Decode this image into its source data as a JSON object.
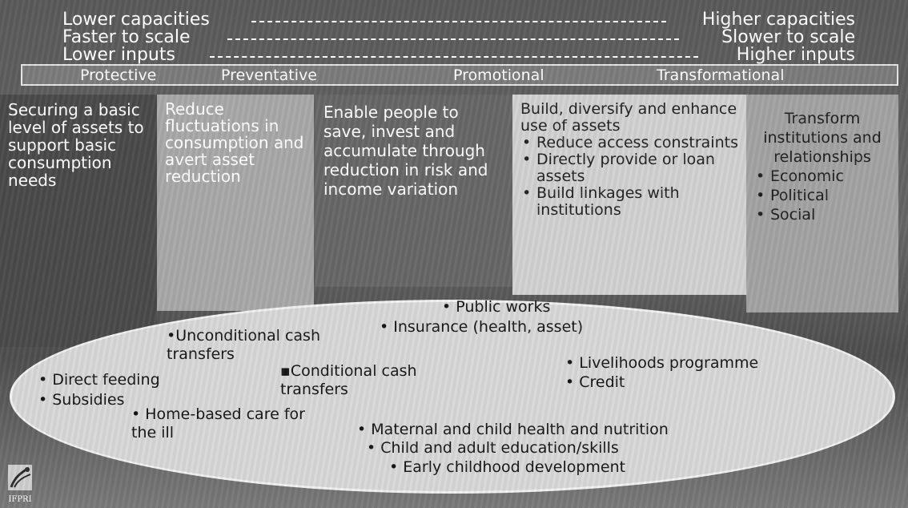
{
  "capacity_scale": {
    "lines": [
      {
        "left": "Lower capacities",
        "right": "Higher capacities"
      },
      {
        "left": "Faster to scale",
        "right": "Slower to scale"
      },
      {
        "left": "Lower inputs",
        "right": "Higher inputs"
      }
    ]
  },
  "stages": [
    "Protective",
    "Preventative",
    "Promotional",
    "Transformational"
  ],
  "columns": {
    "protective": {
      "text": "Securing a basic level of assets to support basic consumption needs"
    },
    "preventative": {
      "text": "Reduce fluctuations in consumption and avert asset reduction"
    },
    "promotional": {
      "text": "Enable people to save, invest and accumulate through reduction in risk and income variation"
    },
    "build": {
      "heading": "Build, diversify and enhance use of assets",
      "bullets": [
        "Reduce access constraints",
        "Directly provide or loan assets",
        "Build linkages with institutions"
      ]
    },
    "transform": {
      "heading": "Transform institutions and relationships",
      "bullets": [
        "Economic",
        "Political",
        "Social"
      ]
    }
  },
  "programmes": {
    "public_works": "• Public works",
    "insurance": "• Insurance (health, asset)",
    "unconditional": "•Unconditional cash transfers",
    "conditional": "▪Conditional cash transfers",
    "livelihoods": "• Livelihoods programme",
    "credit": "• Credit",
    "direct_feeding": "• Direct feeding",
    "subsidies": "• Subsidies",
    "home_care": "• Home-based care for the ill",
    "maternal": "• Maternal and child health and nutrition",
    "education": "• Child and adult education/skills",
    "early_childhood": "• Early childhood development"
  },
  "logo": {
    "text": "IFPRI"
  }
}
